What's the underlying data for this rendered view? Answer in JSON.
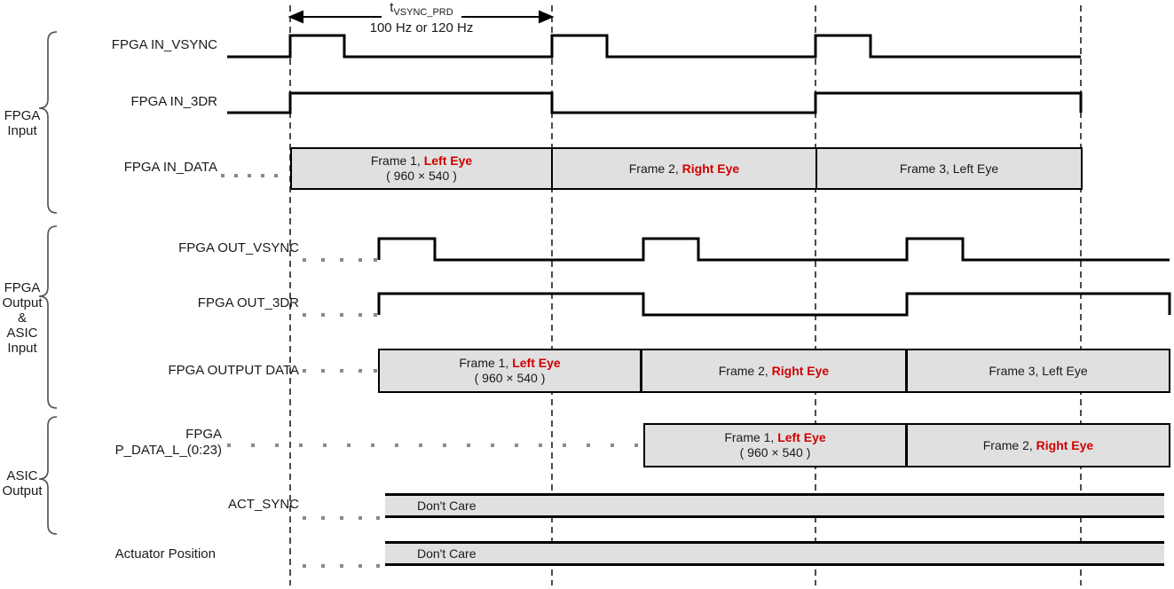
{
  "diagram": {
    "title": "FPGA / ASIC 3D frame timing diagram",
    "timing_label": {
      "symbol": "t",
      "subscript": "VSYNC_PRD",
      "rate": "100 Hz or 120 Hz"
    },
    "colors": {
      "highlight": "#d00000",
      "block_fill": "#e0e0e0",
      "line": "#000000"
    },
    "groups": [
      {
        "id": "fpga-input",
        "lines": [
          "FPGA",
          "Input"
        ]
      },
      {
        "id": "fpga-output-asic-input",
        "lines": [
          "FPGA",
          "Output",
          "&",
          "ASIC",
          "Input"
        ]
      },
      {
        "id": "asic-output",
        "lines": [
          "ASIC",
          "Output"
        ]
      }
    ],
    "signals": [
      {
        "id": "fpga-in-vsync",
        "label": "FPGA IN_VSYNC",
        "type": "clock"
      },
      {
        "id": "fpga-in-3dr",
        "label": "FPGA IN_3DR",
        "type": "level"
      },
      {
        "id": "fpga-in-data",
        "label": "FPGA IN_DATA",
        "type": "data"
      },
      {
        "id": "fpga-out-vsync",
        "label": "FPGA OUT_VSYNC",
        "type": "clock"
      },
      {
        "id": "fpga-out-3dr",
        "label": "FPGA OUT_3DR",
        "type": "level"
      },
      {
        "id": "fpga-output-data",
        "label": "FPGA OUTPUT DATA",
        "type": "data"
      },
      {
        "id": "fpga-p-data-l",
        "label_line1": "FPGA",
        "label_line2": "P_DATA_L_(0:23)",
        "type": "data"
      },
      {
        "id": "act-sync",
        "label": "ACT_SYNC",
        "type": "dontcare"
      },
      {
        "id": "actuator-position",
        "label": "Actuator Position",
        "type": "dontcare"
      }
    ],
    "frame_blocks": {
      "fpga_in_data": [
        {
          "frame": "Frame 1,",
          "eye": "Left Eye",
          "eye_red": true,
          "resolution": "( 960 × 540 )"
        },
        {
          "frame": "Frame 2,",
          "eye": "Right Eye",
          "eye_red": true,
          "resolution": ""
        },
        {
          "frame": "Frame 3,",
          "eye": "Left Eye",
          "eye_red": false,
          "resolution": ""
        }
      ],
      "fpga_output_data": [
        {
          "frame": "Frame 1,",
          "eye": "Left Eye",
          "eye_red": true,
          "resolution": "( 960 × 540 )"
        },
        {
          "frame": "Frame 2,",
          "eye": "Right Eye",
          "eye_red": true,
          "resolution": ""
        },
        {
          "frame": "Frame 3,",
          "eye": "Left Eye",
          "eye_red": false,
          "resolution": ""
        }
      ],
      "fpga_p_data_l": [
        {
          "frame": "Frame 1,",
          "eye": "Left Eye",
          "eye_red": true,
          "resolution": "( 960 × 540 )"
        },
        {
          "frame": "Frame 2,",
          "eye": "Right Eye",
          "eye_red": true,
          "resolution": ""
        }
      ]
    },
    "dont_care_label": "Don't Care"
  }
}
